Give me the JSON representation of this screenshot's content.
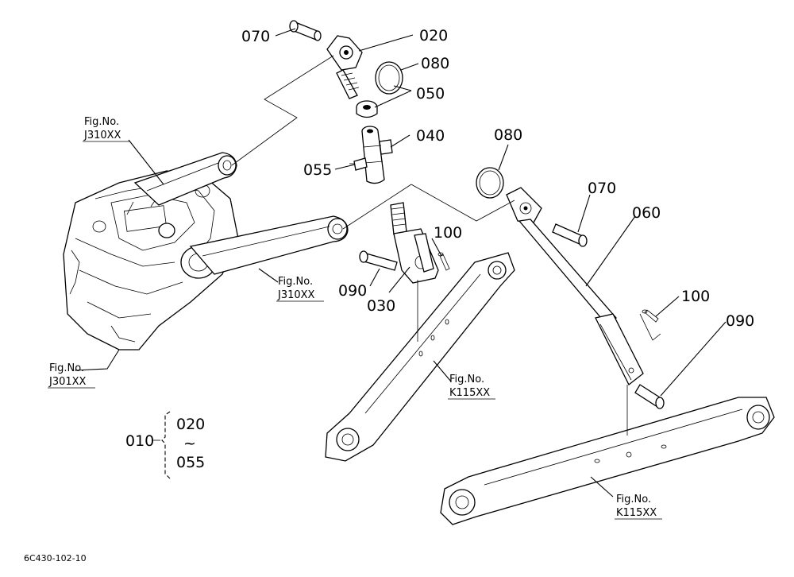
{
  "labels": {
    "p070_top": "070",
    "p020": "020",
    "p080_top": "080",
    "p050": "050",
    "p040": "040",
    "p055": "055",
    "p080_mid": "080",
    "p070_right": "070",
    "p060": "060",
    "p100_mid": "100",
    "p090_left": "090",
    "p030": "030",
    "p100_right": "100",
    "p090_right": "090"
  },
  "fig_refs": [
    {
      "label": "Fig.No.",
      "number": "J310XX"
    },
    {
      "label": "Fig.No.",
      "number": "J310XX"
    },
    {
      "label": "Fig.No.",
      "number": "J301XX"
    },
    {
      "label": "Fig.No.",
      "number": "K115XX"
    },
    {
      "label": "Fig.No.",
      "number": "K115XX"
    }
  ],
  "assembly": {
    "parent": "010",
    "from": "020",
    "tilde": "~",
    "to": "055"
  },
  "diagram_code": "6C430-102-10"
}
